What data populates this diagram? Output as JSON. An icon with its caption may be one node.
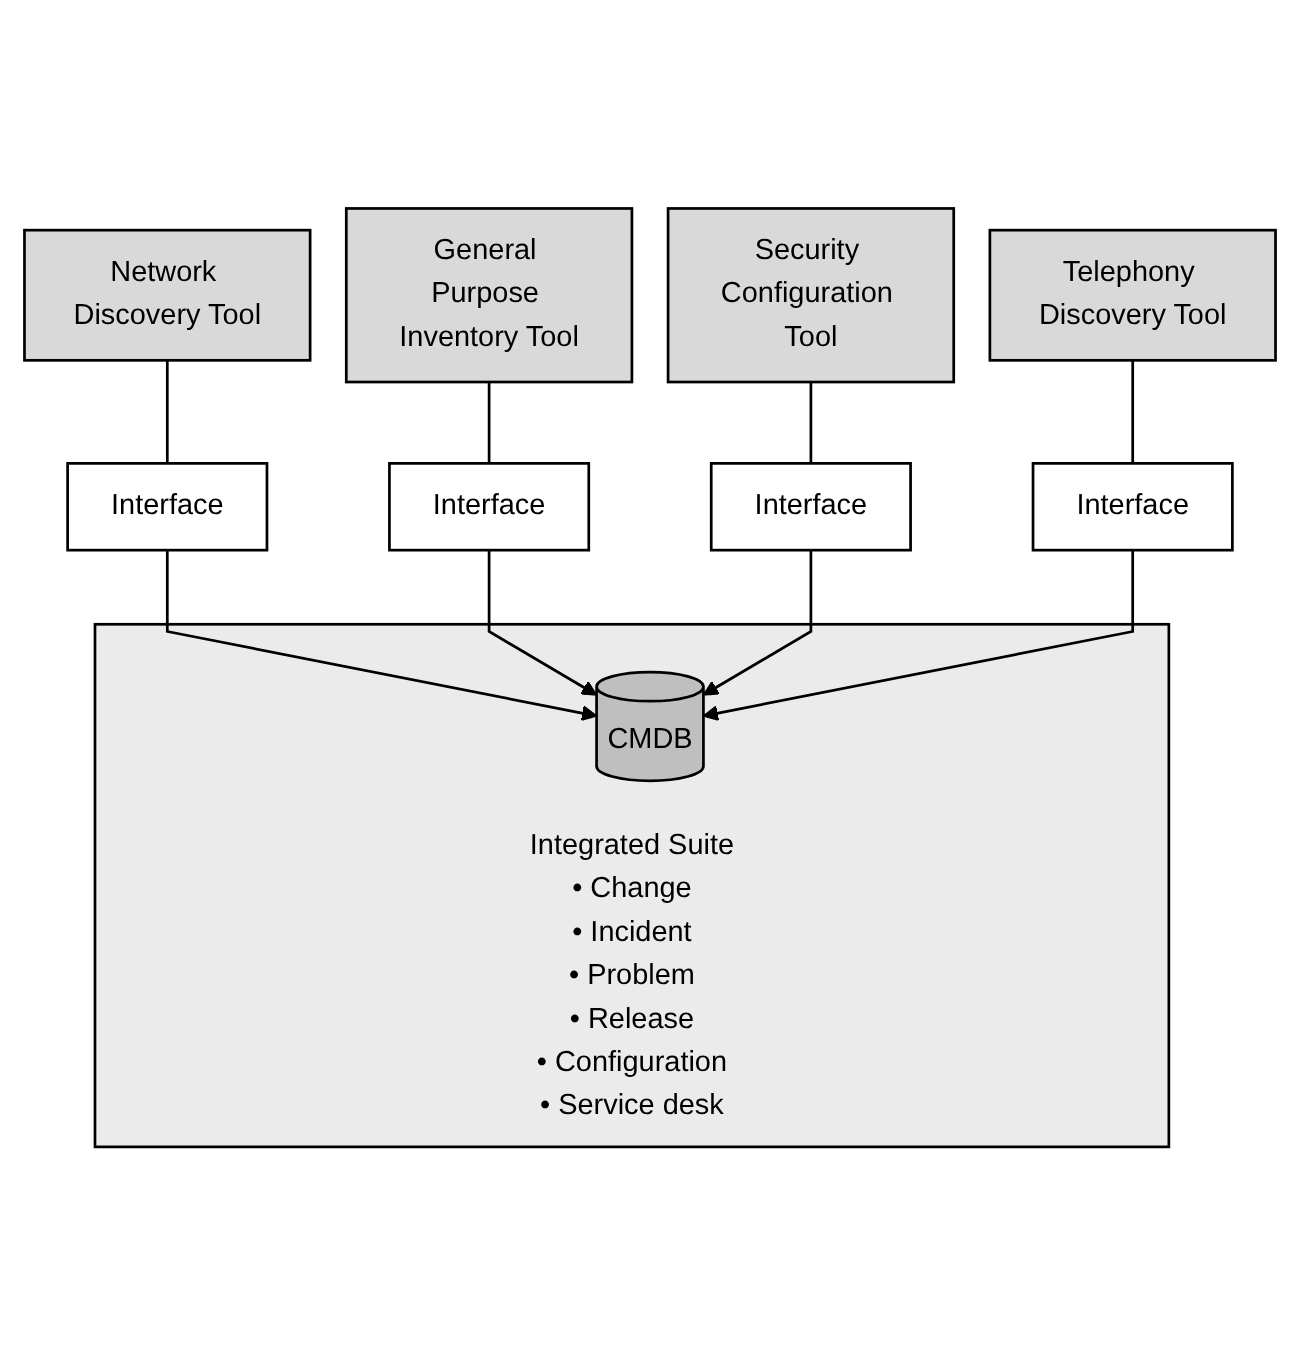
{
  "diagram": {
    "nodes": [
      {
        "text": [
          "Network Discovery Tool"
        ]
      },
      {
        "text": [
          "General Purpose Inventory Tool"
        ]
      },
      {
        "text": [
          "Security Configuration Tool"
        ]
      },
      {
        "text": [
          "Telephony Discovery Tool"
        ]
      },
      {
        "text": [
          "Interface"
        ]
      },
      {
        "text": [
          "Interface"
        ]
      },
      {
        "text": [
          "Interface"
        ]
      },
      {
        "text": [
          "Interface"
        ]
      },
      {
        "text": [
          "Integrated Suite",
          "• Change",
          "• Incident",
          "• Problem",
          "• Release",
          "• Configuration",
          "• Service desk"
        ]
      },
      {
        "text": [
          "CMDB"
        ],
        "in": 8
      }
    ],
    "edges": [
      {
        "from": 0,
        "to": 4,
        "arrow": "none"
      },
      {
        "from": 1,
        "to": 5,
        "arrow": "none"
      },
      {
        "from": 2,
        "to": 6,
        "arrow": "none"
      },
      {
        "from": 3,
        "to": 7,
        "arrow": "none"
      },
      {
        "from": 4,
        "to": 9,
        "arrow": "to"
      },
      {
        "from": 5,
        "to": 9,
        "arrow": "to"
      },
      {
        "from": 6,
        "to": 9,
        "arrow": "to"
      },
      {
        "from": 7,
        "to": 9,
        "arrow": "to"
      }
    ]
  }
}
